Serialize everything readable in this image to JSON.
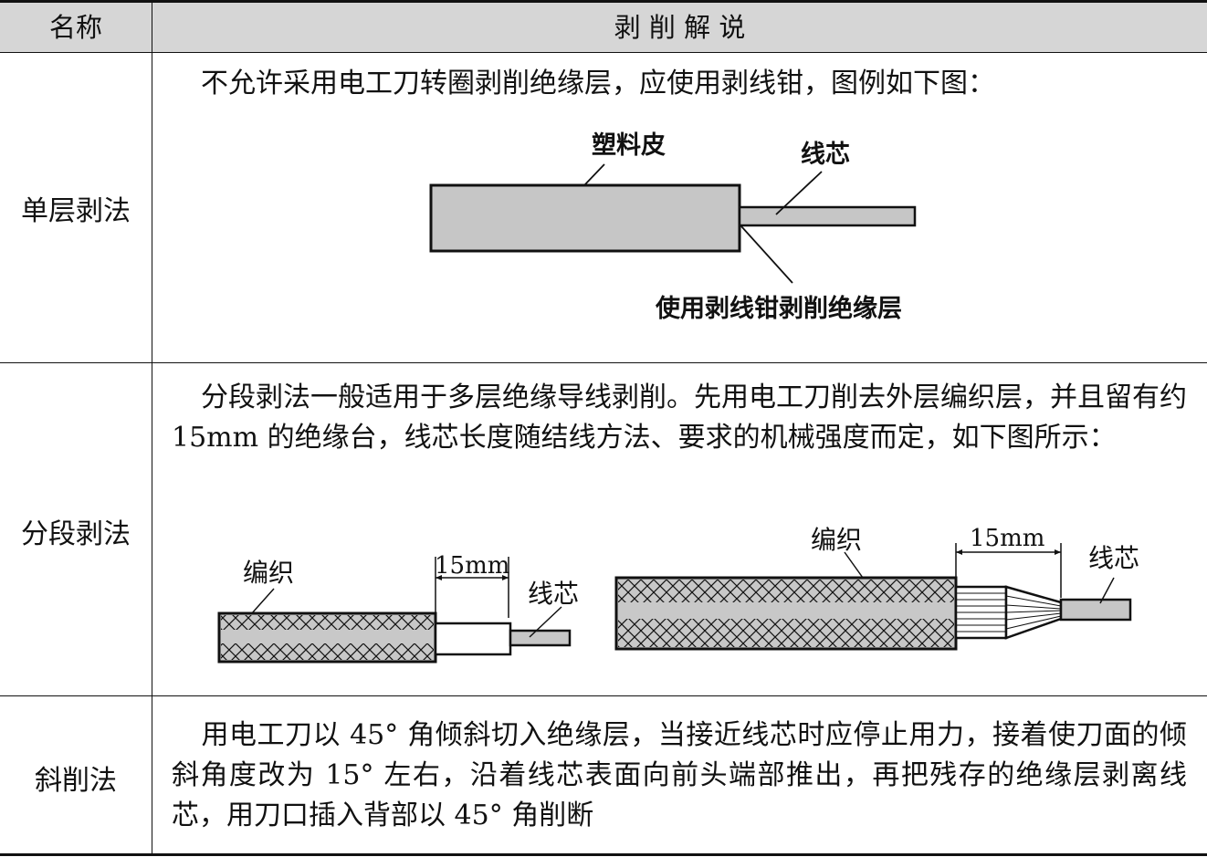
{
  "header": {
    "col_name": "名称",
    "col_desc": "剥 削 解 说"
  },
  "rows": [
    {
      "name": "单层剥法",
      "text": "不允许采用电工刀转圈剥削绝缘层，应使用剥线钳，图例如下图：",
      "figure": {
        "label_sheath": "塑料皮",
        "label_core": "线芯",
        "label_stripper": "使用剥线钳剥削绝缘层"
      }
    },
    {
      "name": "分段剥法",
      "text": "分段剥法一般适用于多层绝缘导线剥削。先用电工刀削去外层编织层，并且留有约 15mm 的绝缘台，线芯长度随结线方法、要求的机械强度而定，如下图所示：",
      "figure_left": {
        "label_braid": "编织",
        "label_dim": "15mm",
        "label_core": "线芯"
      },
      "figure_right": {
        "label_braid": "编织",
        "label_dim": "15mm",
        "label_core": "线芯"
      }
    },
    {
      "name": "斜削法",
      "text": "用电工刀以 45° 角倾斜切入绝缘层，当接近线芯时应停止用力，接着使刀面的倾斜角度改为 15° 左右，沿着线芯表面向前头端部推出，再把残存的绝缘层剥离线芯，用刀口插入背部以 45° 角削断"
    }
  ],
  "colors": {
    "header_bg": "#d6d6d6",
    "sheath": "#c6c6c6",
    "line": "#111111"
  }
}
